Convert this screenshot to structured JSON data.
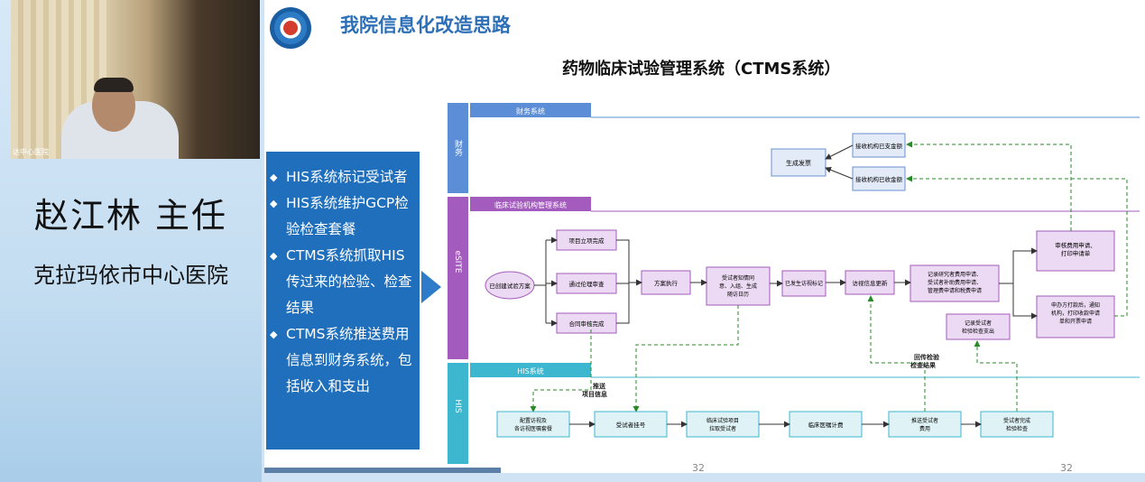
{
  "video": {
    "name_tag": "达中心医院"
  },
  "speaker": {
    "name": "赵江林 主任",
    "hospital": "克拉玛依市中心医院"
  },
  "slide": {
    "title": "我院信息化改造思路",
    "diagram_title": "药物临床试验管理系统（CTMS系统）",
    "bullets": [
      "HIS系统标记受试者",
      "HIS系统维护GCP检验检查套餐",
      "CTMS系统抓取HIS传过来的检验、检查结果",
      "CTMS系统推送费用信息到财务系统，包括收入和支出"
    ],
    "page_numbers": [
      "32",
      "32"
    ]
  },
  "diagram": {
    "lanes": {
      "finance": {
        "label": "财务",
        "header": "财务系统"
      },
      "esite": {
        "label": "eSITE",
        "header": "临床试验机构管理系统"
      },
      "his": {
        "label": "HIS",
        "header": "HIS系统"
      }
    },
    "finance_nodes": [
      "生成发票",
      "接收机构已支金额",
      "接收机构已收金额"
    ],
    "esite_nodes": [
      "已创建试验方案",
      "项目立项完成",
      "通过伦理审查",
      "合同审核完成",
      "方案执行",
      "受试者知情同意、入组、生成随访日历",
      "已发生访视标记",
      "访视信息更新",
      "记录研究者费用申请、受试者补助费用申请、管理费申请和税费申请",
      "审核费用申请、打印申请单",
      "申办方打款后，通知机构，打印收款申请单和开票申请",
      "记录受试者检验检查支出"
    ],
    "his_nodes": [
      "配置访视及各访视医嘱套餐",
      "受试者挂号",
      "临床试验项目拉取受试者",
      "临床医嘱计费",
      "推送受试者费用",
      "受试者完成检验检查"
    ],
    "annotations": [
      "推送项目信息",
      "回传检验检查结果"
    ]
  }
}
